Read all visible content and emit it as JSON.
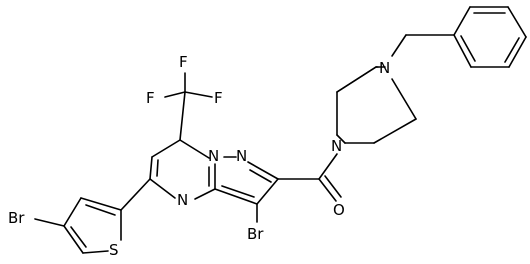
{
  "molecule": {
    "atoms": {
      "f1": "F",
      "f2": "F",
      "f3": "F",
      "n_ring6": "N",
      "n_ring5": "N",
      "n_pyr": "N",
      "n_pip1": "N",
      "n_pip2": "N",
      "o_carbonyl": "O",
      "br_pyrazole": "Br",
      "br_thiophene": "Br",
      "s_thiophene": "S"
    }
  }
}
